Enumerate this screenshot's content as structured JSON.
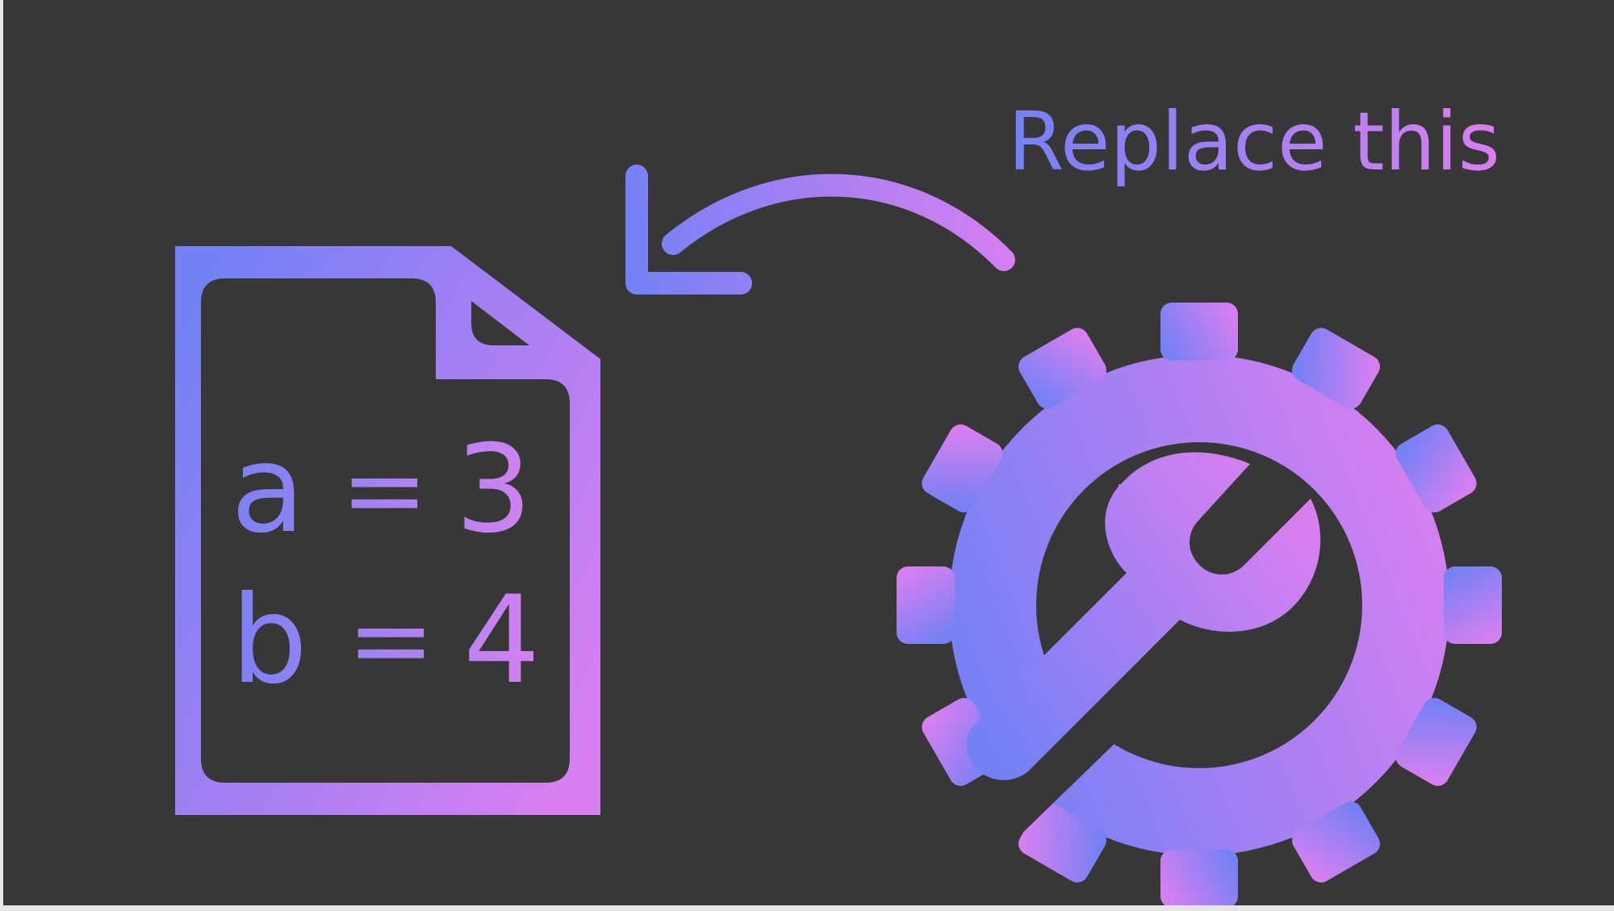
{
  "caption": {
    "text": "Replace this"
  },
  "document": {
    "line1": {
      "name": "a",
      "op": "=",
      "value": "3"
    },
    "line2": {
      "name": "b",
      "op": "=",
      "value": "4"
    }
  },
  "icons": {
    "document": "document-icon",
    "arrow": "curved-arrow-icon",
    "settings": "gear-wrench-icon"
  },
  "colors": {
    "background": "#373737",
    "gradient_start": "#7381f5",
    "gradient_end": "#d87ff0"
  }
}
